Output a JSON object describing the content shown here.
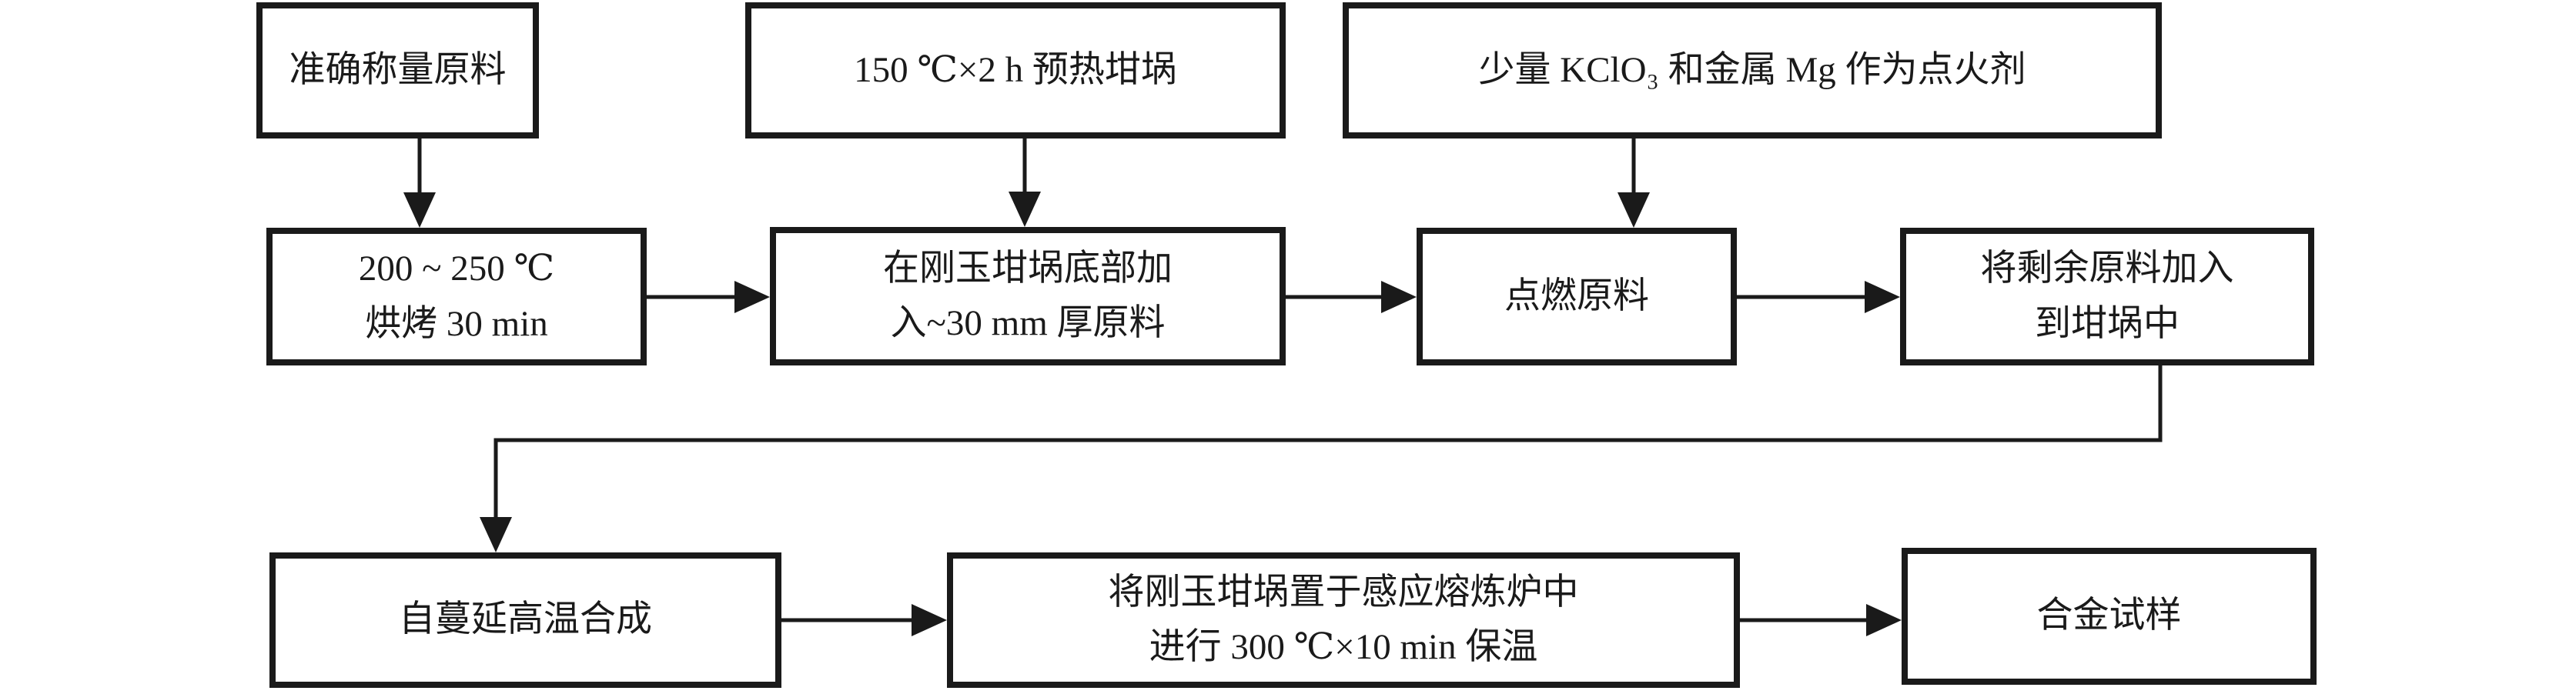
{
  "colors": {
    "ink": "#1a1a1a",
    "background": "#ffffff"
  },
  "nodes": [
    {
      "id": "weigh",
      "lines": [
        "准确称量原料"
      ]
    },
    {
      "id": "preheat",
      "lines": [
        "150 ℃×2 h 预热坩埚"
      ]
    },
    {
      "id": "igniter",
      "lines": [
        "少量 KClO₃ 和金属 Mg 作为点火剂"
      ]
    },
    {
      "id": "bake",
      "lines": [
        "200 ~ 250 ℃",
        "烘烤 30 min"
      ]
    },
    {
      "id": "bottom_layer",
      "lines": [
        "在刚玉坩埚底部加",
        "入~30 mm 厚原料"
      ]
    },
    {
      "id": "ignite",
      "lines": [
        "点燃原料"
      ]
    },
    {
      "id": "add_remaining",
      "lines": [
        "将剩余原料加入",
        "到坩埚中"
      ]
    },
    {
      "id": "shs",
      "lines": [
        "自蔓延高温合成"
      ]
    },
    {
      "id": "induction_hold",
      "lines": [
        "将刚玉坩埚置于感应熔炼炉中",
        "进行 300 ℃×10 min 保温"
      ]
    },
    {
      "id": "alloy_sample",
      "lines": [
        "合金试样"
      ]
    }
  ],
  "edges": [
    {
      "from": "weigh",
      "to": "bake"
    },
    {
      "from": "preheat",
      "to": "bottom_layer"
    },
    {
      "from": "igniter",
      "to": "ignite"
    },
    {
      "from": "bake",
      "to": "bottom_layer"
    },
    {
      "from": "bottom_layer",
      "to": "ignite"
    },
    {
      "from": "ignite",
      "to": "add_remaining"
    },
    {
      "from": "add_remaining",
      "to": "shs"
    },
    {
      "from": "shs",
      "to": "induction_hold"
    },
    {
      "from": "induction_hold",
      "to": "alloy_sample"
    }
  ]
}
